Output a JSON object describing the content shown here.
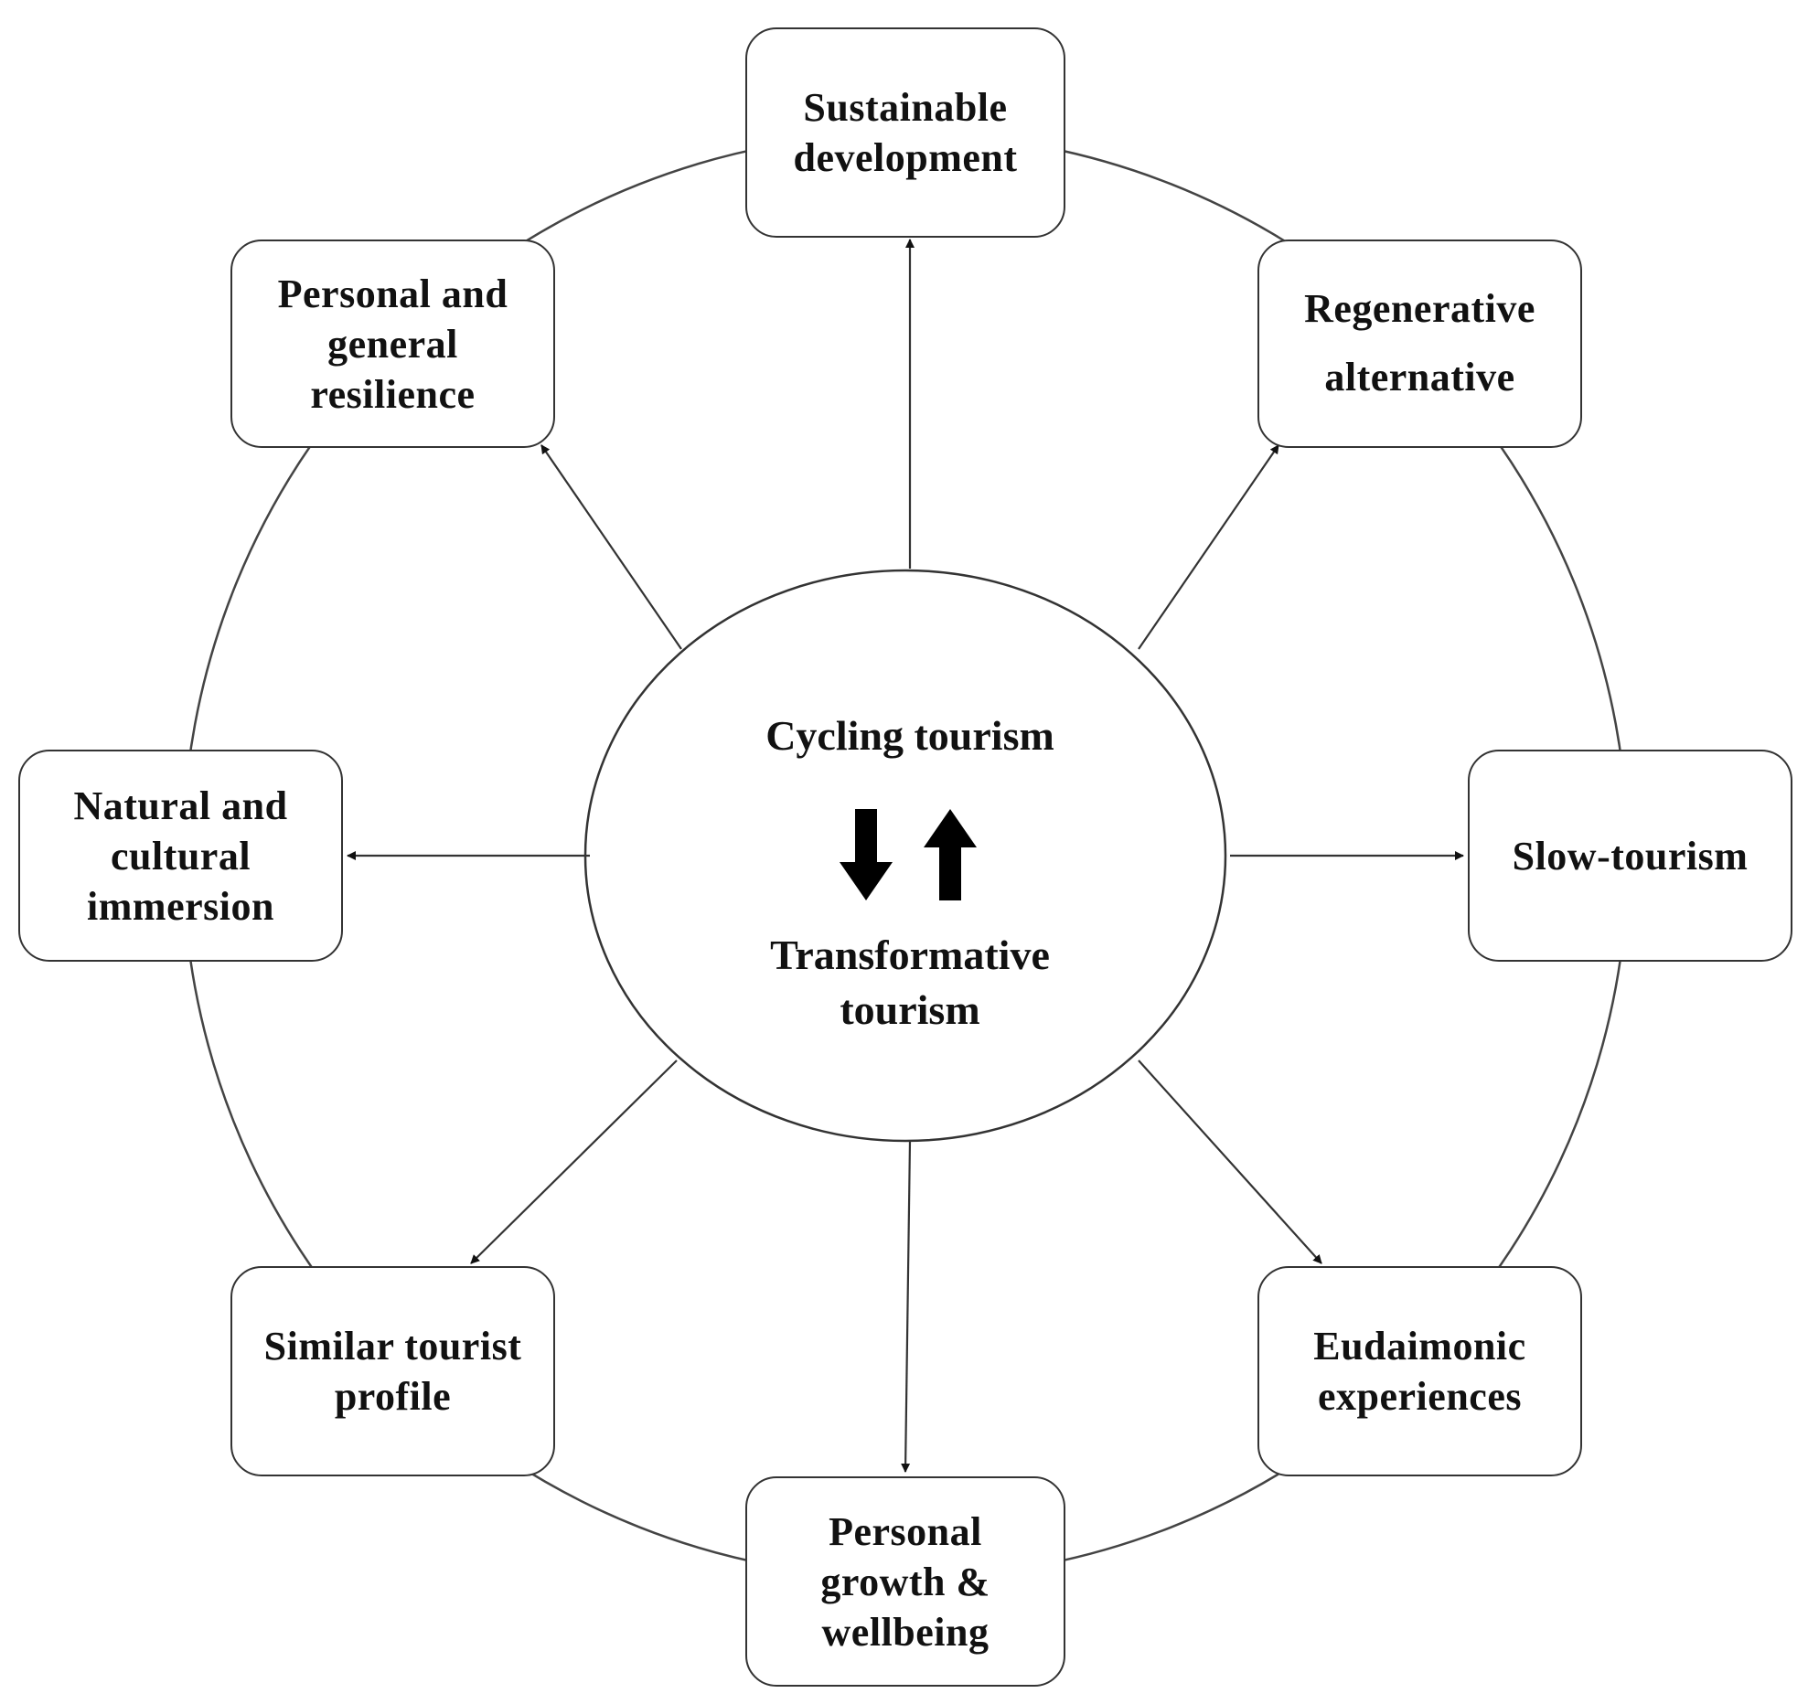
{
  "center": {
    "top_label": "Cycling tourism",
    "bottom_label": "Transformative\ntourism",
    "arrow_down_icon": "down-arrow-icon",
    "arrow_up_icon": "up-arrow-icon"
  },
  "nodes": {
    "top": "Sustainable\ndevelopment",
    "top_right": "Regenerative\nalternative",
    "right": "Slow-tourism",
    "bottom_right": "Eudaimonic\nexperiences",
    "bottom": "Personal\ngrowth &\nwellbeing",
    "bottom_left": "Similar tourist\nprofile",
    "left": "Natural and\ncultural\nimmersion",
    "top_left": "Personal and\ngeneral\nresilience"
  }
}
